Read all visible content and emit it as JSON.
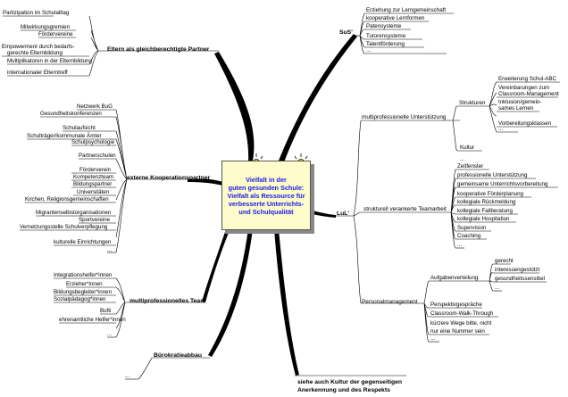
{
  "center": {
    "lines": [
      "Vielfalt in der",
      "guten gesunden Schule:",
      "Vielfalt als Ressource für",
      "verbesserte Unterrichts-",
      "und Schulqualität"
    ]
  },
  "eltern": {
    "title": "Eltern als gleichberechtigte Partner",
    "items": [
      "Partizipation im Schulalltag",
      "Mitwirkungsgremien",
      "Fördervereine",
      "Empowerment durch bedarfs-",
      "gerechte Elternbildung",
      "Multiplikatoren in der Elternbildung",
      "internationaler Elterntreff"
    ]
  },
  "extern": {
    "title": "externe Kooperationspartner",
    "items": [
      "Netzwerk BuG",
      "Gesundheitskonferenzen",
      "Schulaufsicht",
      "Schulträger/kommunale Ämter",
      "Schulpsychologie",
      "Partnerschulen",
      "Förderverein",
      "Kompetenzteam",
      "Bildungspartner",
      "Universitäten",
      "Kirchen, Religionsgemeinschaften",
      "Migrantenselbstorganisationen",
      "Sportvereine",
      "Vernetzungsstelle Schulverpflegung",
      "kulturelle Einrichtungen",
      "..."
    ]
  },
  "team": {
    "title": "multiprofessionelles Team",
    "items": [
      "Integrationshelfer*innen",
      "Erzieher*innen",
      "Bildungsbegleiter*innen",
      "Sozialpädagog*innen",
      "Bufti",
      "ehrenamtliche Helfer*innen",
      "..."
    ]
  },
  "buero": {
    "title": "Bürokratieabbau",
    "items": [
      "..."
    ]
  },
  "kultur": {
    "line1": "siehe auch Kultur der gegenseitigen",
    "line2": "Anerkennung und des Respekts"
  },
  "sus": {
    "title": "SuS'",
    "items": [
      "Erziehung zur Lerngemeinschaft",
      "kooperative Lernformen",
      "Patensysteme",
      "Tutorensysteme",
      "Talentförderung",
      "..."
    ]
  },
  "lul": {
    "title": "LuL'",
    "multi": {
      "title": "multiprofessionelle Unterstützung",
      "strukturen": {
        "title": "Strukturen",
        "items": [
          "Erweiterung Schul-ABC",
          "Vereinbarungen zum",
          "Classroom-Management",
          "Inklusion/gemein-",
          "sames Lernen",
          "Vorbereitungsklassen",
          "..."
        ]
      },
      "kultur": "Kultur",
      "dots": "..."
    },
    "struk": {
      "title": "strukturell verankerte Teamarbeit",
      "items": [
        "Zeitfenster",
        "professionelle Unterstützung",
        "gemeinsame Unterrichtsvorbereitung",
        "kooperative Förderplanung",
        "kollegiale Rückmeldung",
        "kollegiale Fallberatung",
        "kollegiale Hospitation",
        "Supervision",
        "Coaching",
        "..."
      ]
    },
    "personal": {
      "title": "Personalmanagement",
      "aufgaben": {
        "title": "Aufgabenverteilung",
        "items": [
          "gerecht",
          "interessengestützt",
          "gesundheitssensibel",
          "..."
        ]
      },
      "items": [
        "Perspektivgespräche",
        "Classroom-Walk-Through",
        "kürzere Wege bitte, nicht",
        "nur eine Nummer sein",
        "..."
      ]
    }
  },
  "colors": {
    "center_fill": "#fffccc",
    "center_text": "#1a1ae6",
    "lines": "#000000",
    "bulb": "#ffee00"
  }
}
